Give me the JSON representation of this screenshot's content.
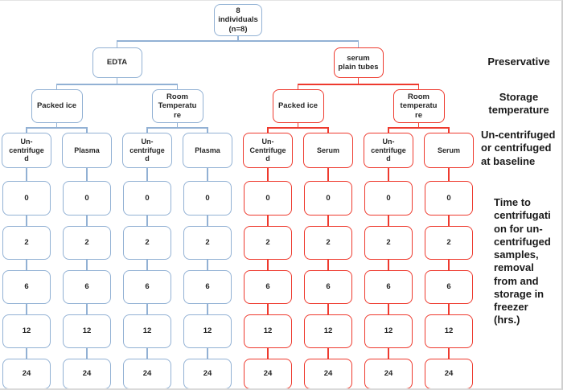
{
  "colors": {
    "blue": "#92b1d4",
    "red": "#ee3a2e",
    "text": "#262626"
  },
  "diagram": {
    "root_label": "8\nindividuals\n(n=8)",
    "branches": [
      {
        "name": "edta-branch",
        "color": "#92b1d4",
        "preservative_label": "EDTA",
        "groups": [
          {
            "storage_label": "Packed ice",
            "columns": [
              {
                "baseline_label": "Un-\ncentrifuge\nd",
                "times": [
                  "0",
                  "2",
                  "6",
                  "12",
                  "24"
                ]
              },
              {
                "baseline_label": "Plasma",
                "times": [
                  "0",
                  "2",
                  "6",
                  "12",
                  "24"
                ]
              }
            ]
          },
          {
            "storage_label": "Room\nTemperatu\nre",
            "columns": [
              {
                "baseline_label": "Un-\ncentrifuge\nd",
                "times": [
                  "0",
                  "2",
                  "6",
                  "12",
                  "24"
                ]
              },
              {
                "baseline_label": "Plasma",
                "times": [
                  "0",
                  "2",
                  "6",
                  "12",
                  "24"
                ]
              }
            ]
          }
        ]
      },
      {
        "name": "serum-branch",
        "color": "#ee3a2e",
        "preservative_label": "serum\nplain tubes",
        "groups": [
          {
            "storage_label": "Packed ice",
            "columns": [
              {
                "baseline_label": "Un-\nCentrifuge\nd",
                "times": [
                  "0",
                  "2",
                  "6",
                  "12",
                  "24"
                ]
              },
              {
                "baseline_label": "Serum",
                "times": [
                  "0",
                  "2",
                  "6",
                  "12",
                  "24"
                ]
              }
            ]
          },
          {
            "storage_label": "Room\ntemperatu\nre",
            "columns": [
              {
                "baseline_label": "Un-\ncentrifuge\nd",
                "times": [
                  "0",
                  "2",
                  "6",
                  "12",
                  "24"
                ]
              },
              {
                "baseline_label": "Serum",
                "times": [
                  "0",
                  "2",
                  "6",
                  "12",
                  "24"
                ]
              }
            ]
          }
        ]
      }
    ]
  },
  "right_labels": [
    "Preservative",
    "Storage\ntemperature",
    "Un-centrifuged\nor centrifuged\nat baseline",
    "Time to\ncentrifugati\non for un-\ncentrifuged\nsamples,\nremoval\nfrom  and\nstorage in\nfreezer\n(hrs.)"
  ]
}
